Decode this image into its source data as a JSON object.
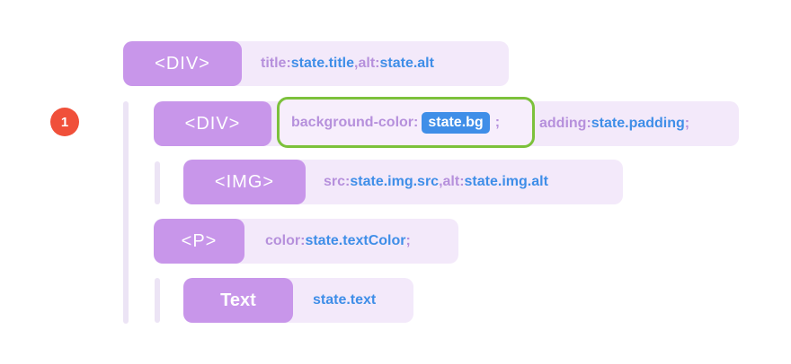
{
  "step_badge": "1",
  "rows": [
    {
      "tag": "<DIV>",
      "props": [
        {
          "key": "title: ",
          "value": "state.title",
          "sep": ", "
        },
        {
          "key": "alt: ",
          "value": "state.alt",
          "sep": ""
        }
      ]
    },
    {
      "tag": "<DIV>",
      "highlight": {
        "key": "background-color:",
        "value": "state.bg",
        "tail": ";"
      },
      "props": [
        {
          "key": "adding: ",
          "value": "state.padding",
          "sep": ";"
        }
      ]
    },
    {
      "tag": "<IMG>",
      "props": [
        {
          "key": "src: ",
          "value": "state.img.src",
          "sep": ", "
        },
        {
          "key": "alt: ",
          "value": "state.img.alt",
          "sep": ""
        }
      ]
    },
    {
      "tag": "<P>",
      "props": [
        {
          "key": "color: ",
          "value": "state.textColor",
          "sep": ";"
        }
      ]
    },
    {
      "tag": "Text",
      "props": [
        {
          "key": "",
          "value": "state.text",
          "sep": ""
        }
      ]
    }
  ],
  "colors": {
    "tag_bg": "#c896ea",
    "props_bg": "#f3e9fa",
    "key_text": "#b690dc",
    "value_text": "#3f8ee8",
    "highlight_border": "#7cc13b",
    "badge": "#f0503a"
  }
}
